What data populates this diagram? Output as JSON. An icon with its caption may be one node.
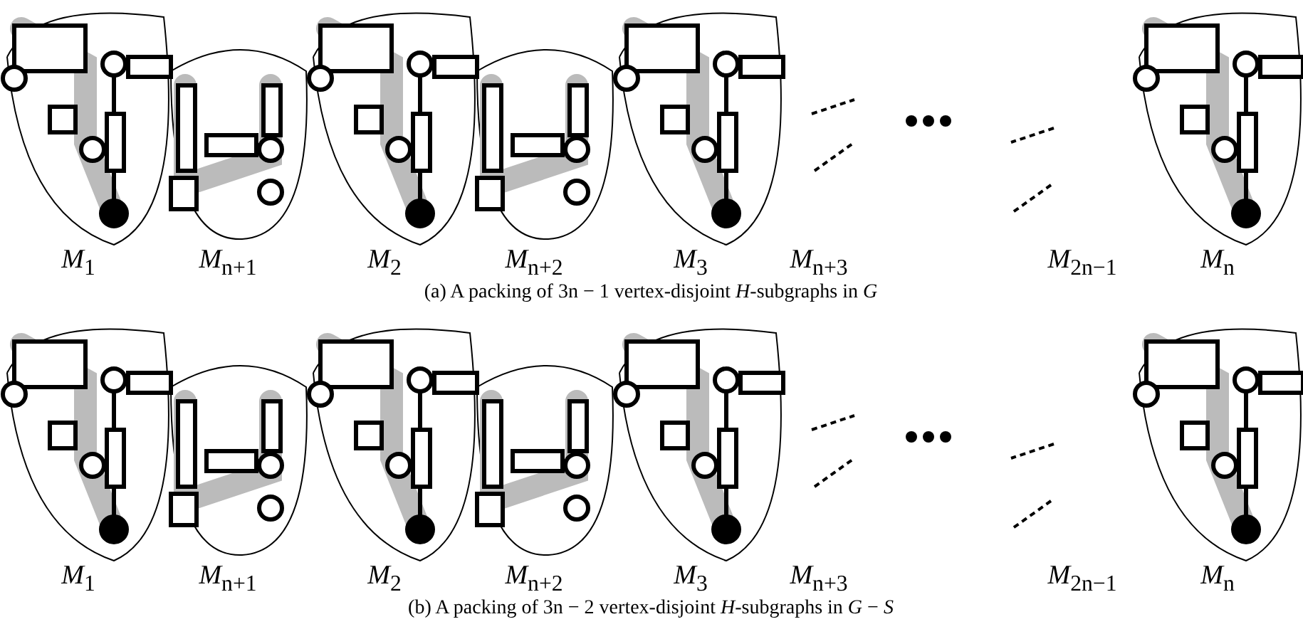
{
  "diagram": {
    "labels": [
      "*M*$_{1}$",
      "*M*$_{n+1}$",
      "*M*$_{2}$",
      "*M*$_{n+2}$",
      "*M*$_{3}$",
      "*M*$_{n+3}$",
      "*M*$_{2n−1}$",
      "*M*$_{n}$",
      "(a) A packing of 3n − 1 vertex-disjoint *H*-subgraphs in *G*",
      "*M*$_{1}$",
      "*M*$_{n+1}$",
      "*M*$_{2}$",
      "*M*$_{n+2}$",
      "*M*$_{3}$",
      "*M*$_{n+3}$",
      "*M*$_{2n−1}$",
      "*M*$_{n}$",
      "(b) A packing of 3n − 2 vertex-disjoint *H*-subgraphs in *G* − *S*"
    ]
  }
}
